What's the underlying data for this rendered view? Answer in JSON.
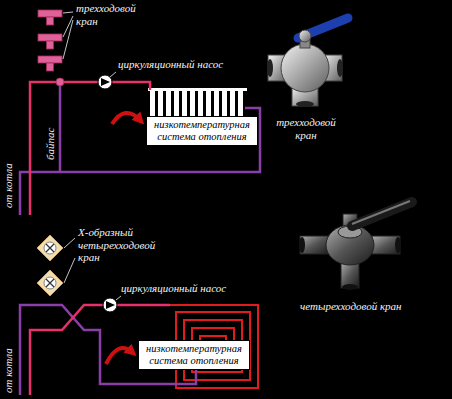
{
  "diagram": {
    "nodes": [
      {
        "text": [
          "низкотемпературная система отопления"
        ]
      },
      {
        "text": [
          "низкотемпературная система отопления"
        ]
      }
    ],
    "labels": [
      "трехходовой кран",
      "циркуляционный насос",
      "байпас",
      "от котла",
      "трехходовой кран",
      "Х-образный четырехходовой кран",
      "циркуляционный насос",
      "четырехходовой кран",
      "от котла"
    ]
  }
}
